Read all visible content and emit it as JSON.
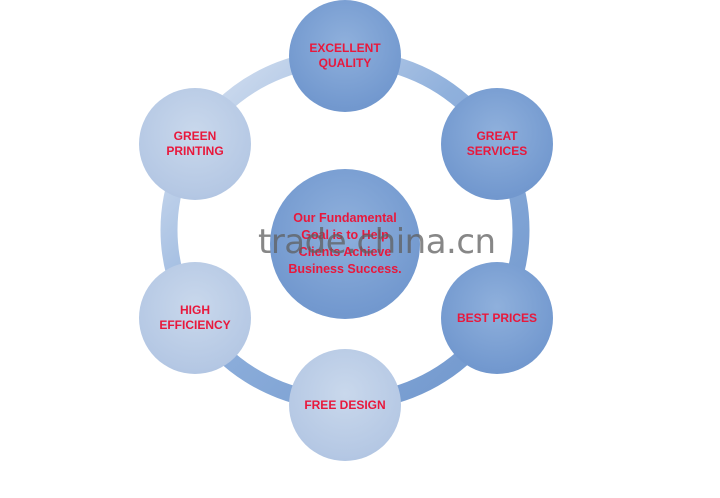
{
  "center": {
    "label": "Our Fundamental\nGoal is to Help\nClients Achieve\nBusiness Success."
  },
  "nodes": [
    {
      "label": "EXCELLENT\nQUALITY",
      "shade": "dark"
    },
    {
      "label": "GREAT\nSERVICES",
      "shade": "dark"
    },
    {
      "label": "BEST PRICES",
      "shade": "dark"
    },
    {
      "label": "FREE DESIGN",
      "shade": "light"
    },
    {
      "label": "HIGH\nEFFICIENCY",
      "shade": "light"
    },
    {
      "label": "GREEN\nPRINTING",
      "shade": "light"
    }
  ],
  "watermark": "trade.china.cn",
  "colors": {
    "label_text": "#e8183c",
    "dark_circle": "#7399cf",
    "light_circle": "#b5c8e4",
    "ring_dark": "#6e95cc",
    "ring_light": "#d5e0ef"
  }
}
